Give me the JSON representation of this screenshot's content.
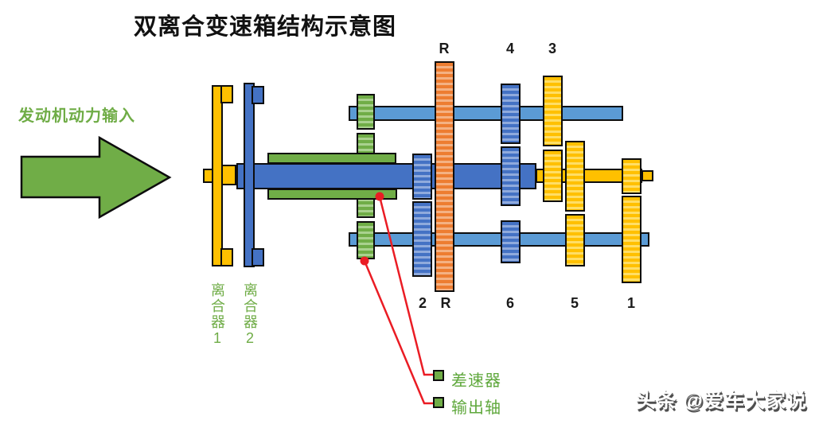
{
  "title": "双离合变速箱结构示意图",
  "engine_input": {
    "label": "发动机动力输入"
  },
  "clutches": {
    "clutch1_label": "离合器1",
    "clutch2_label": "离合器2"
  },
  "gear_labels": {
    "top": [
      "R",
      "4",
      "3"
    ],
    "bottom": [
      "2",
      "R",
      "6",
      "5",
      "1"
    ]
  },
  "legend": {
    "items": [
      {
        "label": "差速器"
      },
      {
        "label": "输出轴"
      }
    ]
  },
  "watermark": "头条 @爱车大家说",
  "colors": {
    "green": "#70AD47",
    "green_light": "#A9D18E",
    "yellow": "#FFC000",
    "yellow_light": "#FFDE66",
    "blue": "#4472C4",
    "blue_light": "#8FAADC",
    "shaft_light_blue": "#5B9BD5",
    "orange": "#ED7D31",
    "orange_light": "#F4B183",
    "annotation_red": "#EA1C24",
    "outline": "#0d0d0d",
    "label_green": "#6FAC46"
  }
}
